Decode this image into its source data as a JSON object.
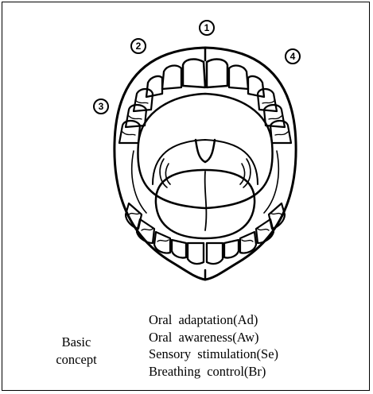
{
  "diagram": {
    "markers": [
      "1",
      "2",
      "3",
      "4"
    ]
  },
  "legend": {
    "label_line1": "Basic",
    "label_line2": "concept",
    "items": [
      "Oral adaptation(Ad)",
      "Oral awareness(Aw)",
      "Sensory stimulation(Se)",
      "Breathing control(Br)"
    ]
  }
}
